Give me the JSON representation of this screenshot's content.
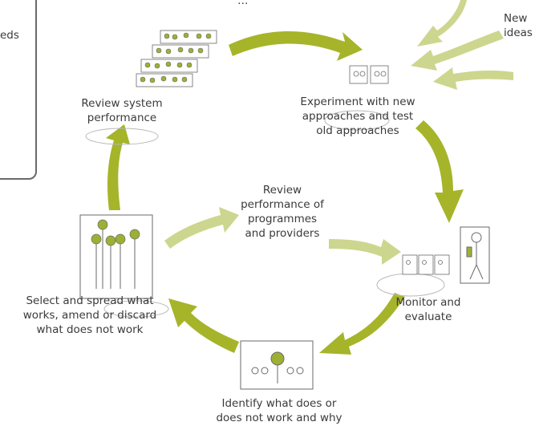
{
  "callout_text": "eds",
  "top_partial_text": "…",
  "new_ideas": [
    "New",
    "ideas"
  ],
  "stages": {
    "review_system": [
      "Review system",
      "performance"
    ],
    "experiment": [
      "Experiment with new",
      "approaches and test",
      "old approaches"
    ],
    "monitor": [
      "Monitor and",
      "evaluate"
    ],
    "identify": [
      "Identify what does or",
      "does not work and why"
    ],
    "select": [
      "Select and spread what",
      "works, amend or discard",
      "what does not work"
    ],
    "review_programmes": [
      "Review",
      "performance of",
      "programmes",
      "and providers"
    ]
  },
  "colors": {
    "arrow_dark": "#a6b42a",
    "arrow_light": "#cdd68e",
    "plant_green": "#9eb034",
    "line": "#6a6a6a"
  }
}
